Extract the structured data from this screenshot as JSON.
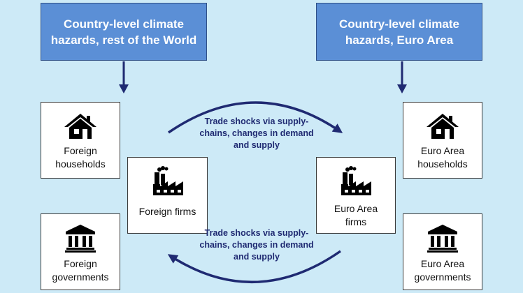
{
  "hazards": {
    "row": "Country-level climate hazards, rest of the World",
    "ea": "Country-level climate hazards, Euro Area"
  },
  "nodes": {
    "foreign_households": "Foreign households",
    "foreign_firms": "Foreign firms",
    "foreign_governments": "Foreign governments",
    "ea_households": "Euro Area households",
    "ea_firms": "Euro Area firms",
    "ea_governments": "Euro Area governments"
  },
  "trade": {
    "top": "Trade shocks via supply-chains, changes in demand and supply",
    "bottom": "Trade shocks via supply-chains, changes in demand and supply"
  },
  "icons": [
    "house-icon",
    "factory-icon",
    "bank-icon"
  ],
  "colors": {
    "background": "#cdeaf7",
    "hazard_box": "#5b8fd6",
    "arrow": "#1f2a72"
  }
}
